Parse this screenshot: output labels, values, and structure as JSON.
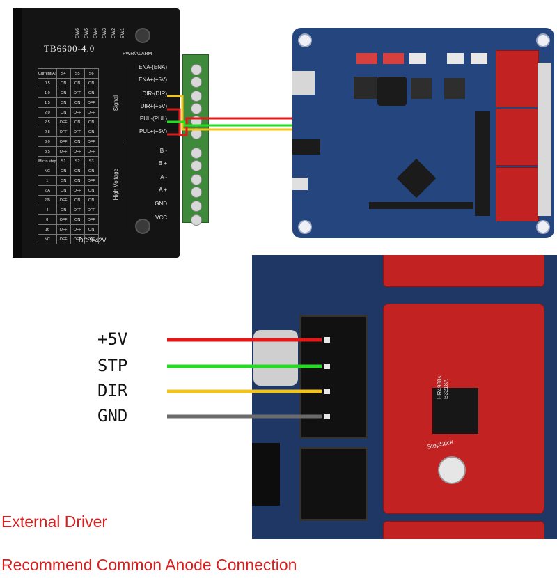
{
  "driver": {
    "model": "TB6600-4.0",
    "switch_labels": [
      "SW6",
      "SW5",
      "SW4",
      "SW3",
      "SW2",
      "SW1"
    ],
    "pwr_alarm": "PWR/ALARM",
    "table_header": [
      "Current(A)",
      "S4",
      "S5",
      "S6"
    ],
    "current_rows": [
      [
        "0.5",
        "ON",
        "ON",
        "ON"
      ],
      [
        "1.0",
        "ON",
        "OFF",
        "ON"
      ],
      [
        "1.5",
        "ON",
        "ON",
        "OFF"
      ],
      [
        "2.0",
        "ON",
        "OFF",
        "OFF"
      ],
      [
        "2.5",
        "OFF",
        "ON",
        "ON"
      ],
      [
        "2.8",
        "OFF",
        "OFF",
        "ON"
      ],
      [
        "3.0",
        "OFF",
        "ON",
        "OFF"
      ],
      [
        "3.5",
        "OFF",
        "OFF",
        "OFF"
      ]
    ],
    "micro_header": [
      "Micro step",
      "S1",
      "S2",
      "S3"
    ],
    "micro_rows": [
      [
        "NC",
        "ON",
        "ON",
        "ON"
      ],
      [
        "1",
        "ON",
        "ON",
        "OFF"
      ],
      [
        "2/A",
        "ON",
        "OFF",
        "ON"
      ],
      [
        "2/B",
        "OFF",
        "ON",
        "ON"
      ],
      [
        "4",
        "ON",
        "OFF",
        "OFF"
      ],
      [
        "8",
        "OFF",
        "ON",
        "OFF"
      ],
      [
        "16",
        "OFF",
        "OFF",
        "ON"
      ],
      [
        "NC",
        "OFF",
        "OFF",
        "OFF"
      ]
    ],
    "signal_label": "Signal",
    "high_voltage_label": "High Voltage",
    "pins": [
      "ENA-(ENA)",
      "ENA+(+5V)",
      "DIR-(DIR)",
      "DIR+(+5V)",
      "PUL-(PUL)",
      "PUL+(+5V)",
      "B -",
      "B +",
      "A -",
      "A +",
      "GND",
      "VCC"
    ],
    "dc_rating": "DC:9-42V"
  },
  "closeup": {
    "wires": [
      {
        "label": "+5V",
        "color": "#e01a1a"
      },
      {
        "label": "STP",
        "color": "#22dd22"
      },
      {
        "label": "DIR",
        "color": "#f2c318"
      },
      {
        "label": "GND",
        "color": "#6b6b6b"
      }
    ],
    "chip_text": "HR4988s\nB3218A",
    "board_text": "StepStick"
  },
  "captions": {
    "line1": "External Driver",
    "line2": "Recommend Common Anode Connection"
  },
  "colors": {
    "board_blue": "#25457f",
    "module_red": "#c32222",
    "caption_red": "#d91e1e",
    "terminal_green": "#3e8a3a"
  }
}
